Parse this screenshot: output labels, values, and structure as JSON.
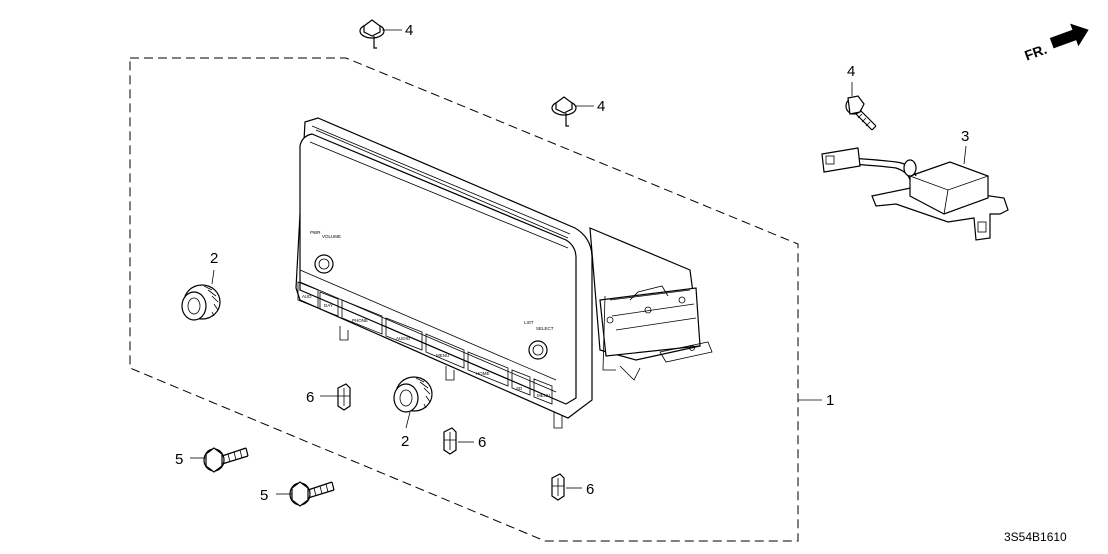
{
  "diagram_code": "3S54B1610",
  "orientation": {
    "text": "FR."
  },
  "callouts": {
    "c1": "1",
    "c2a": "2",
    "c2b": "2",
    "c3": "3",
    "c4a": "4",
    "c4b": "4",
    "c4c": "4",
    "c5a": "5",
    "c5b": "5",
    "c6a": "6",
    "c6b": "6",
    "c6c": "6"
  }
}
